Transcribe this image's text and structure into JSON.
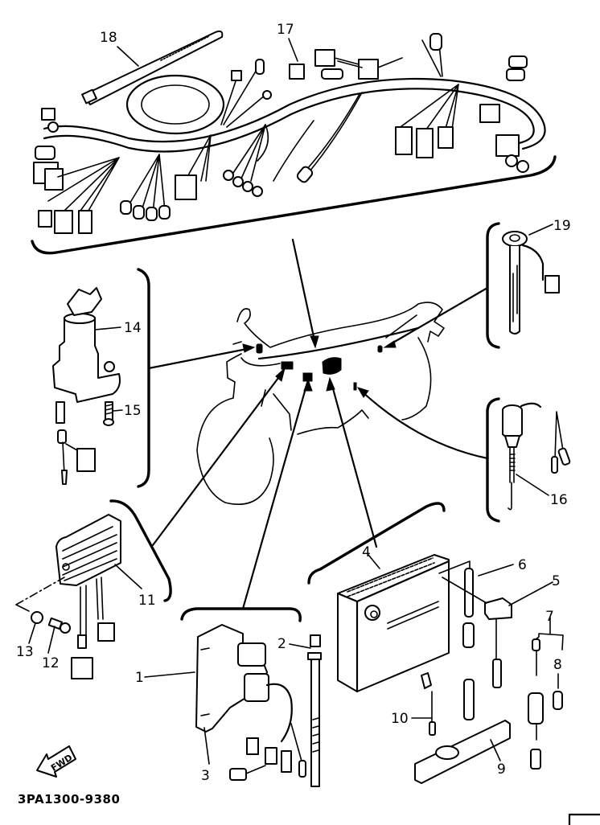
{
  "diagram": {
    "type": "exploded-parts-diagram",
    "subject": "Motorcycle electrical components",
    "reference_code": "3PA1300-9380",
    "direction_indicator": "FWD",
    "callouts": [
      {
        "id": "1",
        "label": "1"
      },
      {
        "id": "2",
        "label": "2"
      },
      {
        "id": "3",
        "label": "3"
      },
      {
        "id": "4",
        "label": "4"
      },
      {
        "id": "5",
        "label": "5"
      },
      {
        "id": "6",
        "label": "6"
      },
      {
        "id": "7",
        "label": "7"
      },
      {
        "id": "8",
        "label": "8"
      },
      {
        "id": "9",
        "label": "9"
      },
      {
        "id": "10",
        "label": "10"
      },
      {
        "id": "11",
        "label": "11"
      },
      {
        "id": "12",
        "label": "12"
      },
      {
        "id": "13",
        "label": "13"
      },
      {
        "id": "14",
        "label": "14"
      },
      {
        "id": "15",
        "label": "15"
      },
      {
        "id": "16",
        "label": "16"
      },
      {
        "id": "17",
        "label": "17"
      },
      {
        "id": "18",
        "label": "18"
      },
      {
        "id": "19",
        "label": "19"
      }
    ],
    "groups": [
      {
        "name": "wire-harness-group",
        "parts": [
          "17",
          "18"
        ]
      },
      {
        "name": "main-switch-group",
        "parts": [
          "14",
          "15"
        ]
      },
      {
        "name": "grip-group",
        "parts": [
          "19"
        ]
      },
      {
        "name": "switch-group",
        "parts": [
          "16"
        ]
      },
      {
        "name": "rectifier-group",
        "parts": [
          "11",
          "12",
          "13"
        ]
      },
      {
        "name": "unit-group",
        "parts": [
          "1",
          "2",
          "3"
        ]
      },
      {
        "name": "battery-group",
        "parts": [
          "4",
          "5",
          "6",
          "7",
          "8",
          "9",
          "10"
        ]
      }
    ]
  }
}
